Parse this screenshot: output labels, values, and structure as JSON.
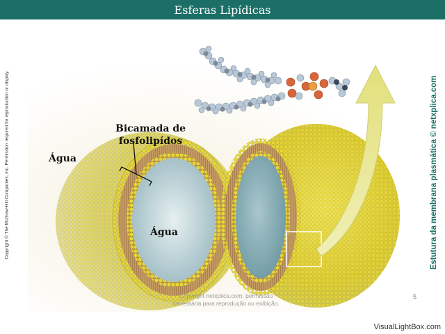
{
  "slide": {
    "title": "Esferas Lipídicas",
    "page_number": "5"
  },
  "labels": {
    "bilayer_line1": "Bicamada de",
    "bilayer_line2": "fosfolipídos",
    "water_outside": "Água",
    "water_inside": "Água"
  },
  "side_text": {
    "copyright_left": "Copyright © The McGraw-Hill Companies, Inc. Permission required for reproduction or display.",
    "credit_right": "Estutura da membrana plasmática © netxplica.com"
  },
  "watermark": {
    "line1": "Copyright netxplica.com: permissão",
    "line2": "necessária para reprodução ou exibição."
  },
  "footer": {
    "brand": "VisualLightBox.com"
  },
  "colors": {
    "title_bar": "#1c6f66",
    "head_yellow": "#e2d23a",
    "tail_brown": "#b08a5a",
    "interior_water": "#c7dce0",
    "arrow": "#ecec9a"
  }
}
